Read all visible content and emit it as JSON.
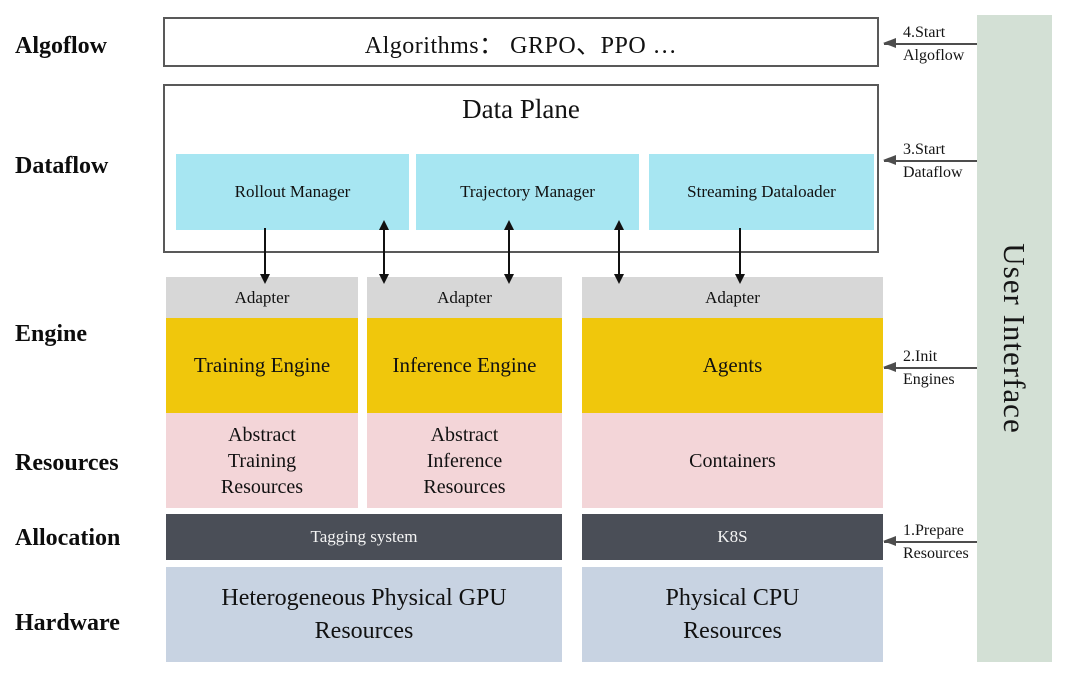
{
  "layers": [
    "Algoflow",
    "Dataflow",
    "Engine",
    "Resources",
    "Allocation",
    "Hardware"
  ],
  "algorithms": {
    "text": "Algorithms：  GRPO、PPO …"
  },
  "data_plane": {
    "title": "Data Plane",
    "modules": [
      "Rollout Manager",
      "Trajectory Manager",
      "Streaming Dataloader"
    ]
  },
  "columns": [
    {
      "adapter": "Adapter",
      "engine": "Training Engine",
      "resources": "Abstract\nTraining\nResources"
    },
    {
      "adapter": "Adapter",
      "engine": "Inference Engine",
      "resources": "Abstract\nInference\nResources"
    },
    {
      "adapter": "Adapter",
      "engine": "Agents",
      "resources": "Containers"
    }
  ],
  "allocation": {
    "tagging": "Tagging system",
    "k8s": "K8S"
  },
  "hardware": {
    "gpu": "Heterogeneous Physical GPU\nResources",
    "cpu": "Physical CPU\nResources"
  },
  "user_interface": {
    "label": "User Interface"
  },
  "steps": [
    {
      "top": "4.Start",
      "bottom": "Algoflow"
    },
    {
      "top": "3.Start",
      "bottom": "Dataflow"
    },
    {
      "top": "2.Init",
      "bottom": "Engines"
    },
    {
      "top": "1.Prepare",
      "bottom": "Resources"
    }
  ],
  "colors": {
    "module_cyan": "#a7e6f2",
    "engine_yellow": "#f0c70c",
    "resource_pink": "#f3d5d8",
    "allocation_dark": "#4a4e57",
    "hardware_blue": "#c8d3e2",
    "ui_green": "#d3e0d5",
    "adapter_gray": "#d7d7d7",
    "border_gray": "#595959"
  }
}
